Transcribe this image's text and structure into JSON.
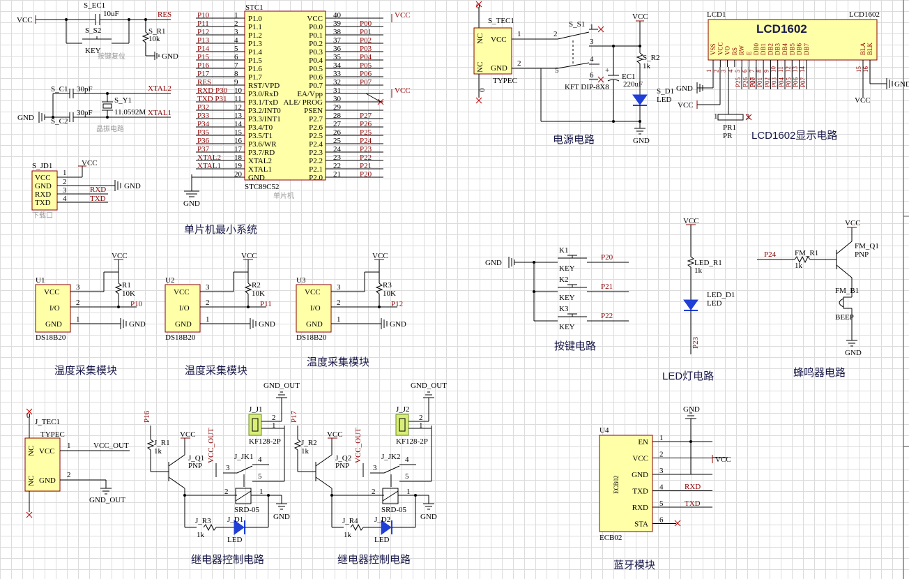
{
  "sections": {
    "mcu": "单片机最小系统",
    "power": "电源电路",
    "lcd": "LCD1602显示电路",
    "temp1": "温度采集模块",
    "temp2": "温度采集模块",
    "temp3": "温度采集模块",
    "keys": "按键电路",
    "led": "LED灯电路",
    "buzzer": "蜂鸣器电路",
    "relay1": "继电器控制电路",
    "relay2": "继电器控制电路",
    "bluetooth": "蓝牙模块"
  },
  "reset": {
    "cap": "S_EC1",
    "cap_val": "10uF",
    "sw": "S_S2",
    "sw_type": "KEY",
    "res": "S_R1",
    "res_val": "10k",
    "net": "RES",
    "vcc": "VCC",
    "gnd": "GND",
    "note": "按键复位"
  },
  "crystal": {
    "c1": "S_C1",
    "c2": "S_C2",
    "c1_val": "30pF",
    "c2_val": "30pF",
    "y": "S_Y1",
    "freq": "11.0592M",
    "x2": "XTAL2",
    "x1": "XTAL1",
    "gnd": "GND",
    "note": "晶振电路"
  },
  "download": {
    "ref": "S_JD1",
    "pins": [
      "VCC",
      "GND",
      "RXD",
      "TXD"
    ],
    "nums": [
      "1",
      "2",
      "3",
      "4"
    ],
    "nets": [
      "RXD",
      "TXD"
    ],
    "vcc": "VCC",
    "gnd": "GND",
    "note": "下载口"
  },
  "mcu": {
    "ref": "STC1",
    "part": "STC89C52",
    "note": "单片机",
    "gnd": "GND",
    "left_nets": [
      "P10",
      "P11",
      "P12",
      "P13",
      "P14",
      "P15",
      "P16",
      "P17",
      "RES",
      "RXD P30",
      "TXD P31",
      "P32",
      "P33",
      "P34",
      "P35",
      "P36",
      "P37",
      "XTAL2",
      "XTAL1",
      ""
    ],
    "left_pins": [
      "P1.0",
      "P1.1",
      "P1.2",
      "P1.3",
      "P1.4",
      "P1.5",
      "P1.6",
      "P1.7",
      "RST/VPD",
      "P3.0/RxD",
      "P3.1/TxD",
      "P3.2/INT0",
      "P3.3/INT1",
      "P3.4/T0",
      "P3.5/T1",
      "P3.6/WR",
      "P3.7/RD",
      "XTAL2",
      "XTAL1",
      "GND"
    ],
    "left_nums": [
      "1",
      "2",
      "3",
      "4",
      "5",
      "6",
      "7",
      "8",
      "9",
      "10",
      "11",
      "12",
      "13",
      "14",
      "15",
      "16",
      "17",
      "18",
      "19",
      "20"
    ],
    "right_pins": [
      "VCC",
      "P0.0",
      "P0.1",
      "P0.2",
      "P0.3",
      "P0.4",
      "P0.5",
      "P0.6",
      "P0.7",
      "EA/Vpp",
      "ALE/ PROG",
      "PSEN",
      "P2.7",
      "P2.6",
      "P2.5",
      "P2.4",
      "P2.3",
      "P2.2",
      "P2.1",
      "P2.0"
    ],
    "right_nums": [
      "40",
      "39",
      "38",
      "37",
      "36",
      "35",
      "34",
      "33",
      "32",
      "31",
      "30",
      "29",
      "28",
      "27",
      "26",
      "25",
      "24",
      "23",
      "22",
      "21"
    ],
    "right_nets": [
      "VCC",
      "P00",
      "P01",
      "P02",
      "P03",
      "P04",
      "P05",
      "P06",
      "P07",
      "VCC",
      "",
      "",
      "P27",
      "P26",
      "P25",
      "P24",
      "P23",
      "P22",
      "P21",
      "P20"
    ]
  },
  "power": {
    "jack": "S_TEC1",
    "jack_type": "TYPEC",
    "nc": "NC",
    "vcc": "VCC",
    "gnd": "GND",
    "sw": "S_S1",
    "sw_type": "KFT DIP-8X8",
    "cap": "EC1",
    "cap_val": "220uF",
    "res": "S_R2",
    "res_val": "1k",
    "led": "S_D1",
    "led_type": "LED",
    "zero": "0"
  },
  "lcd": {
    "ref": "LCD1",
    "part": "LCD1602",
    "title": "LCD1602",
    "pins": [
      "VSS",
      "VCC",
      "VO",
      "RS",
      "RW",
      "E",
      "DB0",
      "DB1",
      "DB2",
      "DB3",
      "DB4",
      "DB5",
      "DB6",
      "DB7",
      "BLA",
      "BLK"
    ],
    "nums": [
      "1",
      "2",
      "3",
      "4",
      "5",
      "6",
      "7",
      "8",
      "9",
      "10",
      "11",
      "12",
      "13",
      "14",
      "15",
      "16"
    ],
    "nets": [
      "P25",
      "P26",
      "P27",
      "P00",
      "P01",
      "P02",
      "P03",
      "P04",
      "P05",
      "P06",
      "P07"
    ],
    "pot": "PR1",
    "pot_type": "PR",
    "gnd": "GND",
    "vcc": "VCC"
  },
  "ds": [
    {
      "ref": "U1",
      "part": "DS18B20",
      "res": "R1",
      "val": "10K",
      "net": "P10"
    },
    {
      "ref": "U2",
      "part": "DS18B20",
      "res": "R2",
      "val": "10K",
      "net": "P11"
    },
    {
      "ref": "U3",
      "part": "DS18B20",
      "res": "R3",
      "val": "10K",
      "net": "P12"
    }
  ],
  "ds_pins": [
    "VCC",
    "I/O",
    "GND"
  ],
  "keys": [
    {
      "ref": "K1",
      "type": "KEY",
      "net": "P20"
    },
    {
      "ref": "K2",
      "type": "KEY",
      "net": "P21"
    },
    {
      "ref": "K3",
      "type": "KEY",
      "net": "P22"
    }
  ],
  "led": {
    "vcc": "VCC",
    "res": "LED_R1",
    "val": "1k",
    "ref": "LED_D1",
    "type": "LED",
    "net": "P23"
  },
  "buzzer": {
    "net": "P24",
    "res": "FM_R1",
    "val": "1k",
    "q": "FM_Q1",
    "q_type": "PNP",
    "b": "FM_B1",
    "b_type": "BEEP",
    "vcc": "VCC",
    "gnd": "GND"
  },
  "jtec": {
    "ref": "J_TEC1",
    "type": "TYPEC",
    "nc": "NC",
    "vcc": "VCC",
    "gnd": "GND",
    "vout": "VCC_OUT",
    "gout": "GND_OUT",
    "zero": "0"
  },
  "relays": [
    {
      "net": "P16",
      "r1": "J_R1",
      "q": "J_Q1",
      "j": "J_J1",
      "jk": "J_JK1",
      "r3": "J_R3",
      "d": "J_D1"
    },
    {
      "net": "P17",
      "r1": "J_R2",
      "q": "J_Q2",
      "j": "J_J2",
      "jk": "J_JK2",
      "r3": "J_R4",
      "d": "J_D2"
    }
  ],
  "relay_common": {
    "k": "1k",
    "pnp": "PNP",
    "vcc": "VCC",
    "vout": "VCC_OUT",
    "gout": "GND_OUT",
    "conn": "KF128-2P",
    "srd": "SRD-05",
    "led": "LED",
    "gnd": "GND"
  },
  "bt": {
    "ref": "U4",
    "part": "ECB02",
    "body": "ECB02",
    "pins": [
      "EN",
      "VCC",
      "GND",
      "TXD",
      "RXD",
      "STA"
    ],
    "nums": [
      "1",
      "2",
      "3",
      "4",
      "5",
      "6"
    ],
    "nets": [
      "RXD",
      "TXD"
    ],
    "vcc": "VCC",
    "gnd": "GND"
  }
}
